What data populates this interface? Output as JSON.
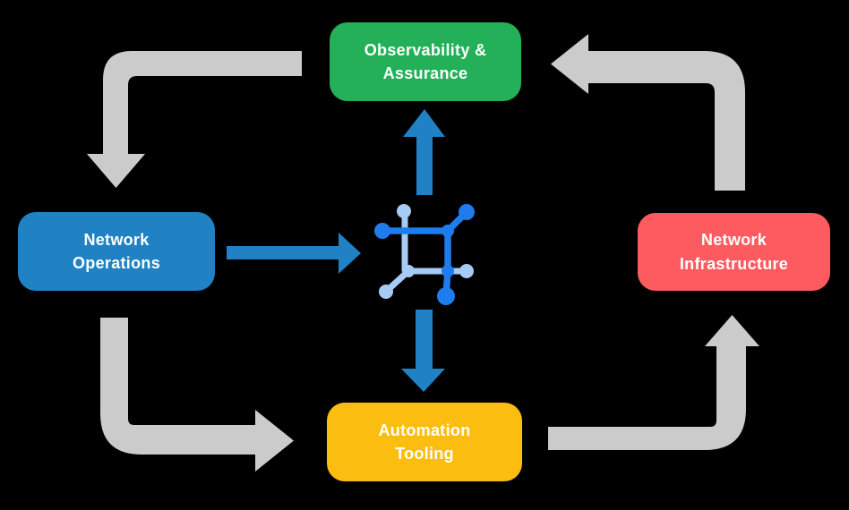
{
  "diagram": {
    "name": "network-operations-cycle-diagram",
    "nodes": {
      "observability": {
        "label": "Observability &\nAssurance",
        "color": "#23B058"
      },
      "operations": {
        "label": "Network\nOperations",
        "color": "#2082C3"
      },
      "infrastructure": {
        "label": "Network\nInfrastructure",
        "color": "#FD5B5F"
      },
      "automation": {
        "label": "Automation\nTooling",
        "color": "#FCBD11"
      }
    },
    "arrows": [
      {
        "id": "observability-to-operations",
        "style": "gray-elbow",
        "from": "observability",
        "to": "operations",
        "arrowhead": "down"
      },
      {
        "id": "operations-to-automation",
        "style": "gray-elbow",
        "from": "operations",
        "to": "automation",
        "arrowhead": "right"
      },
      {
        "id": "automation-to-infrastructure",
        "style": "gray-elbow",
        "from": "automation",
        "to": "infrastructure",
        "arrowhead": "up"
      },
      {
        "id": "infrastructure-to-observability",
        "style": "gray-elbow",
        "from": "infrastructure",
        "to": "observability",
        "arrowhead": "left"
      },
      {
        "id": "operations-to-platform",
        "style": "blue-straight",
        "from": "operations",
        "to": "platform-icon",
        "arrowhead": "right"
      },
      {
        "id": "platform-to-observability",
        "style": "blue-straight",
        "from": "platform-icon",
        "to": "observability",
        "arrowhead": "up"
      },
      {
        "id": "platform-to-automation",
        "style": "blue-straight",
        "from": "platform-icon",
        "to": "automation",
        "arrowhead": "down"
      }
    ],
    "center_icon": {
      "name": "network-mesh-icon",
      "dark": "#1E7CEC",
      "light": "#A6CBF4"
    }
  },
  "colors": {
    "background": "#000000",
    "arrow_gray": "#CBCBCB",
    "arrow_blue": "#2081C5",
    "node_text": "#FFFFFF",
    "icon_dark": "#1E7CEC",
    "icon_light": "#A6CBF4"
  }
}
